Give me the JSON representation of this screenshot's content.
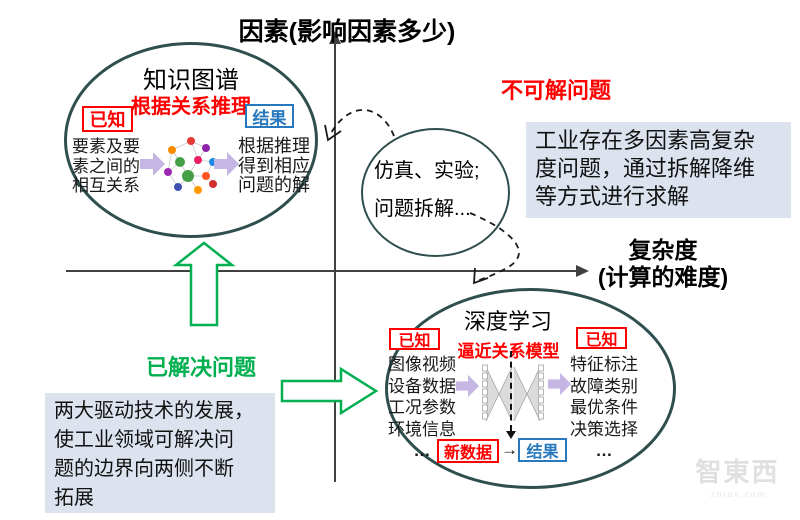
{
  "axes": {
    "y_label": "因素(影响因素多少)",
    "x_label_line1": "复杂度",
    "x_label_line2": "(计算的难度)"
  },
  "knowledge_graph": {
    "title": "知识图谱",
    "subtitle": "根据关系推理",
    "known_label": "已知",
    "result_label": "结果",
    "input_lines": [
      "要素及要",
      "素之间的",
      "相互关系"
    ],
    "output_lines": [
      "根据推理",
      "得到相应",
      "问题的解"
    ]
  },
  "decompose_ellipse": {
    "line1": "仿真、实验;",
    "line2": "问题拆解..."
  },
  "unsolvable_label": "不可解问题",
  "right_note": {
    "lines": [
      "工业存在多因素高复杂",
      "度问题，通过拆解降维",
      "等方式进行求解"
    ]
  },
  "deep_learning": {
    "title": "深度学习",
    "subtitle": "逼近关系模型",
    "known_left": "已知",
    "known_right": "已知",
    "inputs": [
      "图像视频",
      "设备数据",
      "工况参数",
      "环境信息",
      "…"
    ],
    "outputs": [
      "特征标注",
      "故障类别",
      "最优条件",
      "决策选择",
      "…"
    ],
    "new_data_label": "新数据",
    "result_label": "结果",
    "flow_arrow": "→"
  },
  "solved_label": "已解决问题",
  "left_note": {
    "lines": [
      "两大驱动技术的发展，",
      "使工业领域可解决问",
      "题的边界向两侧不断",
      "拓展"
    ]
  },
  "watermark": {
    "logo": "智東西",
    "url": "z h i d x . c o m"
  },
  "colors": {
    "accent_red": "#FF0000",
    "accent_green": "#00B050",
    "accent_blue": "#2878BE",
    "ellipse_border": "#2F4F4F",
    "note_bg": "#DCE3EF",
    "purple_arrow": "#C6B6E4"
  },
  "icons": {
    "network_graph": "network-graph-icon",
    "neural_network": "neural-network-icon"
  }
}
